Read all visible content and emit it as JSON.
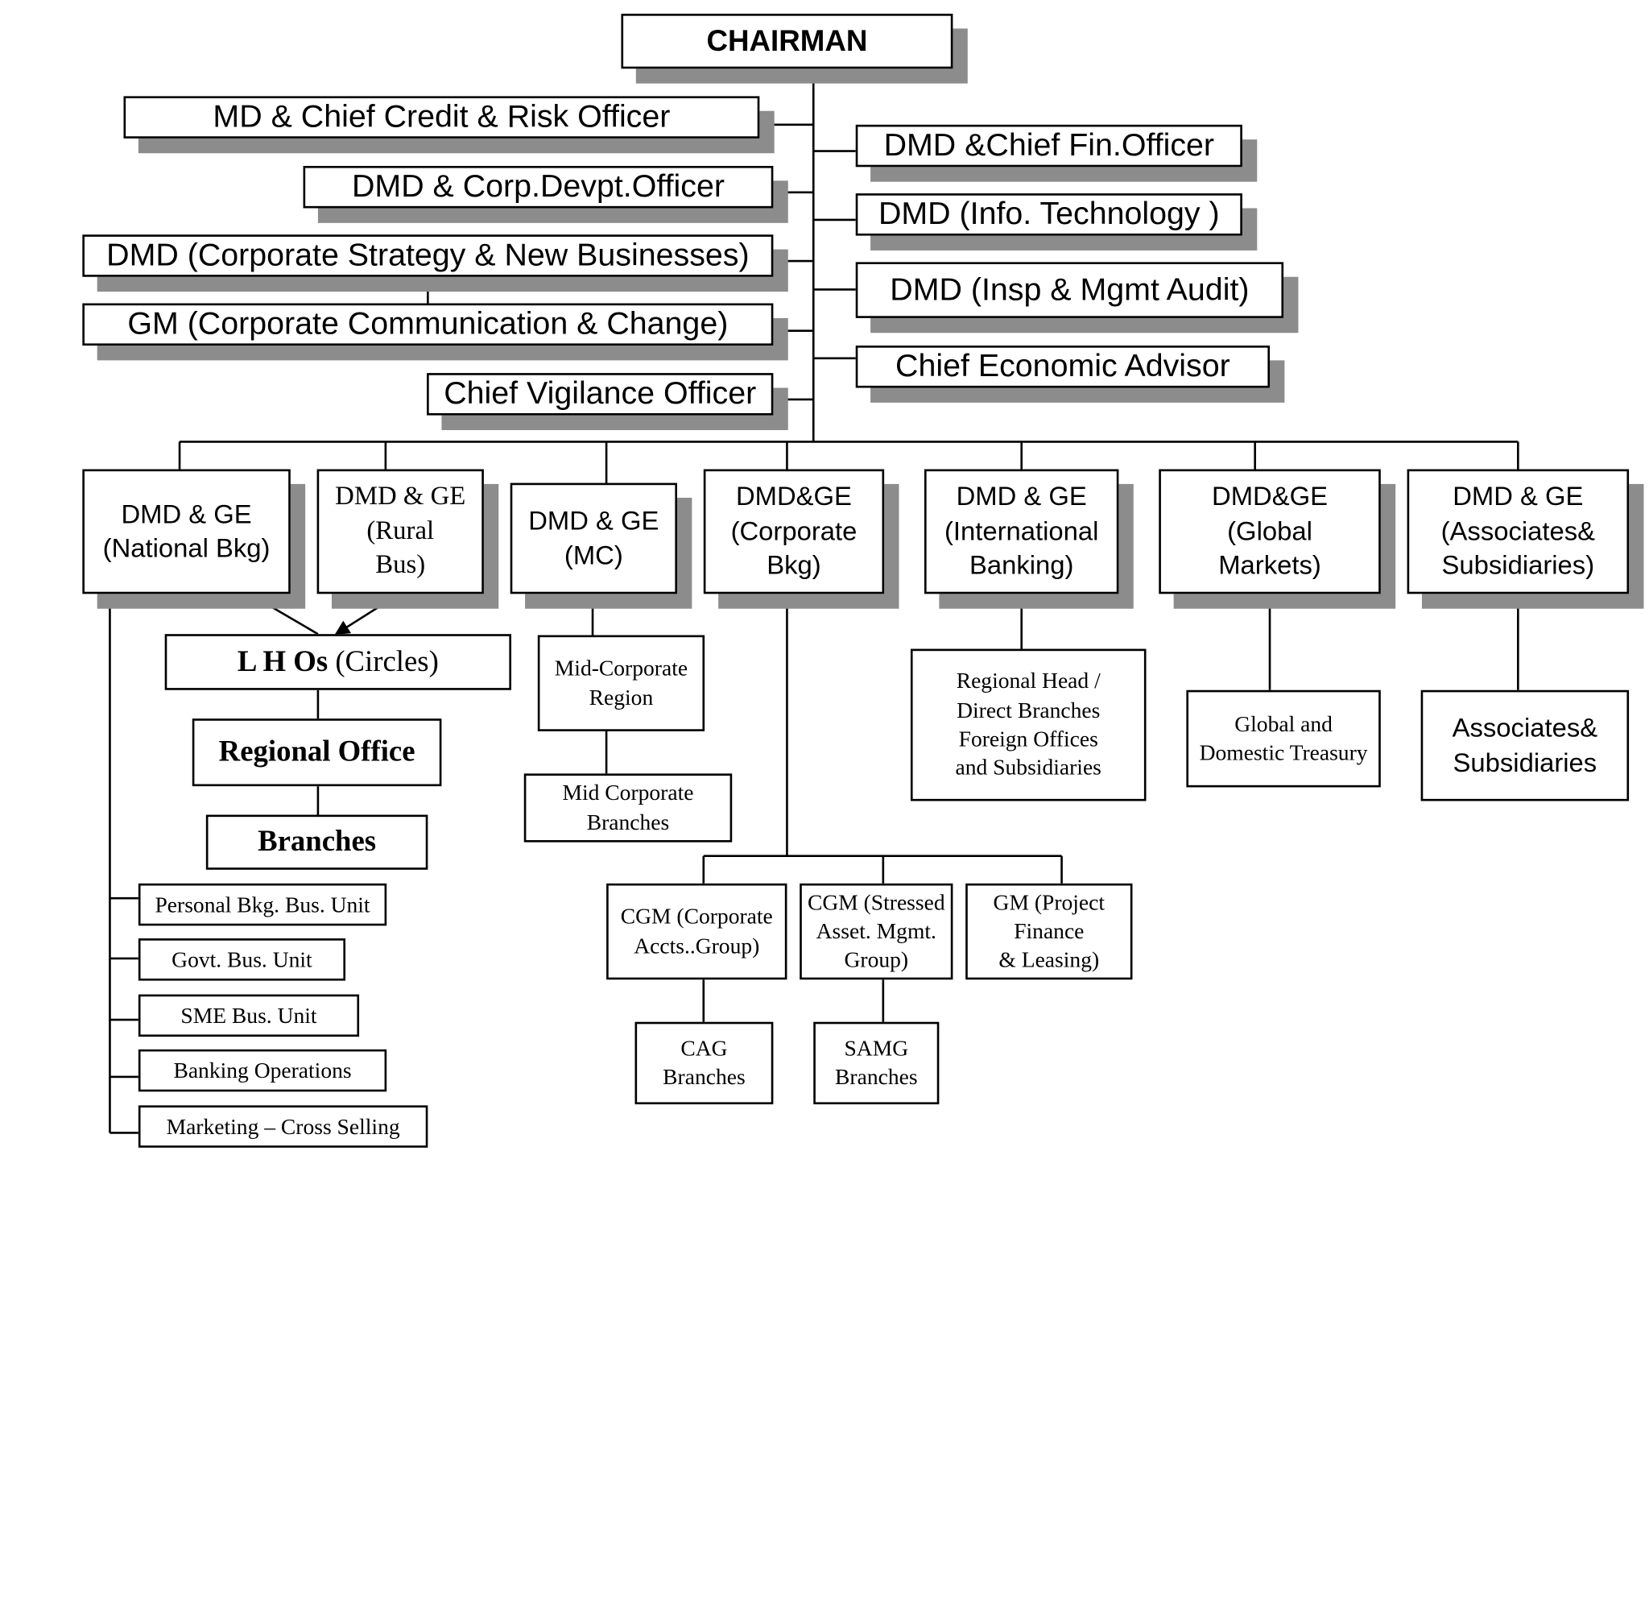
{
  "chairman": "CHAIRMAN",
  "left_officers": [
    "MD & Chief Credit & Risk Officer",
    "DMD & Corp.Devpt.Officer",
    "DMD (Corporate Strategy & New Businesses)",
    "GM (Corporate Communication & Change)",
    "Chief Vigilance Officer"
  ],
  "right_officers": [
    "DMD &Chief Fin.Officer",
    "DMD (Info. Technology )",
    "DMD (Insp & Mgmt Audit)",
    "Chief Economic Advisor"
  ],
  "groups": [
    "DMD & GE\n(National Bkg)",
    "DMD & GE\n(Rural\nBus)",
    "DMD & GE\n(MC)",
    "DMD&GE\n(Corporate\nBkg)",
    "DMD & GE\n(International\nBanking)",
    "DMD&GE\n(Global\nMarkets)",
    "DMD & GE\n(Associates&\nSubsidiaries)"
  ],
  "lhos": {
    "bold": "L H Os",
    "rest": " (Circles)"
  },
  "regional_office": "Regional Office",
  "branches": "Branches",
  "national_units": [
    "Personal Bkg. Bus. Unit",
    "Govt. Bus. Unit",
    "SME Bus. Unit",
    "Banking Operations",
    "Marketing – Cross Selling"
  ],
  "mc_children": [
    "Mid-Corporate\nRegion",
    "Mid Corporate\nBranches"
  ],
  "corporate_children": [
    "CGM (Corporate\nAccts..Group)",
    "CGM (Stressed\nAsset. Mgmt.\nGroup)",
    "GM (Project\nFinance\n& Leasing)"
  ],
  "corporate_grandchildren": [
    "CAG\nBranches",
    "SAMG\nBranches"
  ],
  "international_child": "Regional  Head /\nDirect Branches\nForeign Offices\nand Subsidiaries",
  "global_child": "Global and\nDomestic Treasury",
  "associates_child": "Associates&\nSubsidiaries"
}
